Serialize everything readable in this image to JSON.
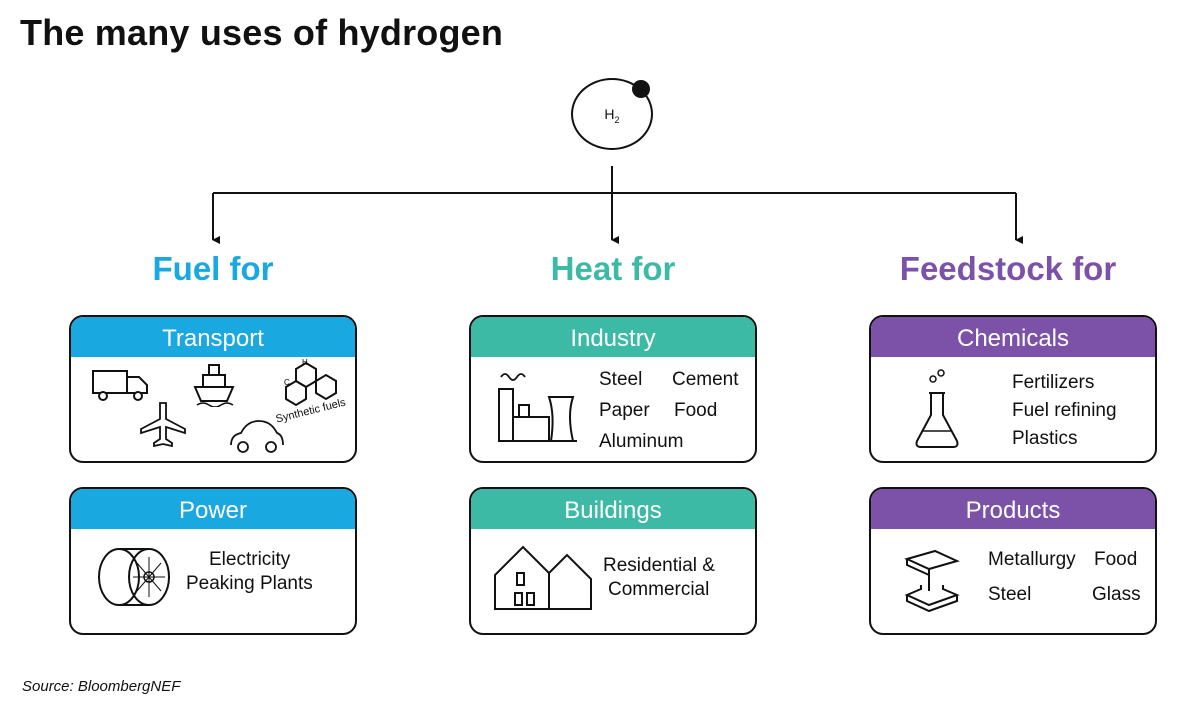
{
  "title": "The many uses of hydrogen",
  "hub": {
    "label": "H",
    "subscript": "2"
  },
  "colors": {
    "fuel": "#1aa8e0",
    "heat": "#3cbaa5",
    "feedstock": "#7b52a8"
  },
  "categories": {
    "fuel": {
      "title": "Fuel for",
      "boxes": [
        {
          "header": "Transport",
          "icons": [
            "truck-icon",
            "ship-icon",
            "molecule-icon",
            "plane-icon",
            "car-icon"
          ],
          "annotation": "Synthetic fuels"
        },
        {
          "header": "Power",
          "icons": [
            "turbine-icon"
          ],
          "lines": [
            "Electricity",
            "Peaking Plants"
          ]
        }
      ]
    },
    "heat": {
      "title": "Heat for",
      "boxes": [
        {
          "header": "Industry",
          "icons": [
            "factory-icon"
          ],
          "items": [
            "Steel",
            "Cement",
            "Paper",
            "Food",
            "Aluminum"
          ]
        },
        {
          "header": "Buildings",
          "icons": [
            "house-icon"
          ],
          "lines": [
            "Residential &",
            "Commercial"
          ]
        }
      ]
    },
    "feedstock": {
      "title": "Feedstock for",
      "boxes": [
        {
          "header": "Chemicals",
          "icons": [
            "flask-icon"
          ],
          "items": [
            "Fertilizers",
            "Fuel refining",
            "Plastics"
          ]
        },
        {
          "header": "Products",
          "icons": [
            "steel-beam-icon"
          ],
          "items": [
            "Metallurgy",
            "Food",
            "Steel",
            "Glass"
          ]
        }
      ]
    }
  },
  "source": "Source: BloombergNEF"
}
